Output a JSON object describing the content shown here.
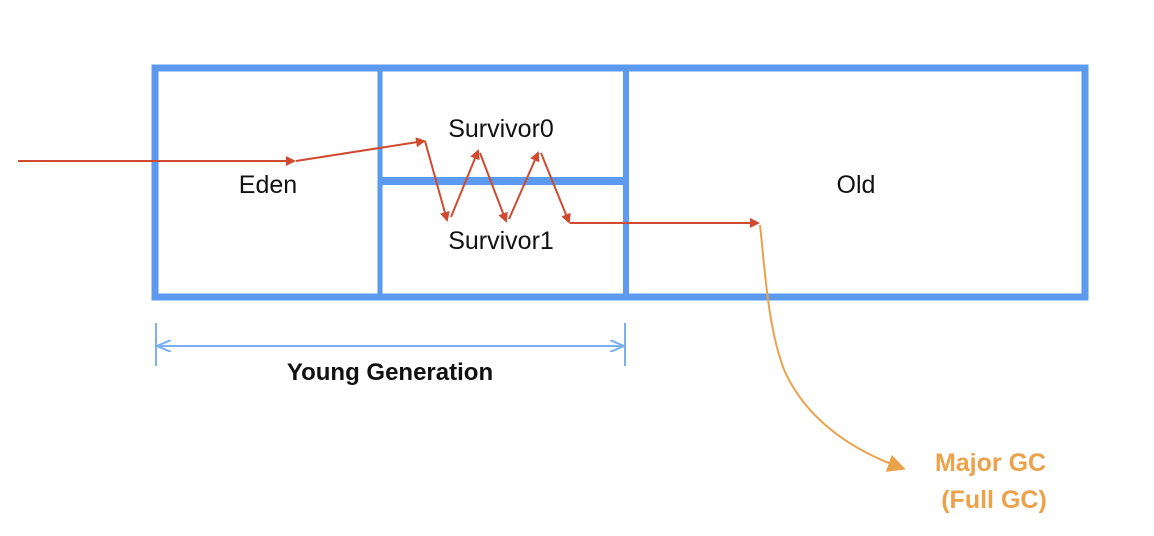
{
  "regions": {
    "eden": "Eden",
    "survivor0": "Survivor0",
    "survivor1": "Survivor1",
    "old": "Old"
  },
  "bracket": {
    "label": "Young Generation"
  },
  "major_gc": {
    "line1": "Major GC",
    "line2": "(Full GC)"
  },
  "colors": {
    "heap_border": "#5b9aee",
    "bracket": "#7ab0f2",
    "minor_flow": "#d04a30",
    "major_flow": "#eba24a"
  }
}
